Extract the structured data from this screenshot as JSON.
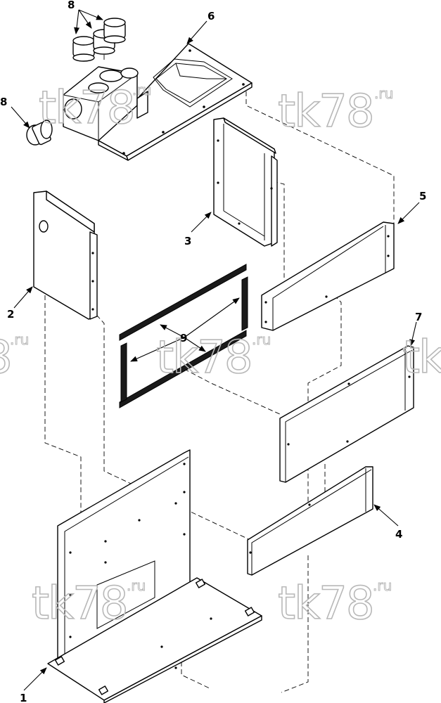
{
  "watermark": {
    "main": "tk78",
    "suffix": ".ru"
  },
  "callouts": {
    "c1": "1",
    "c2": "2",
    "c3": "3",
    "c4": "4",
    "c5": "5",
    "c6": "6",
    "c7": "7",
    "c8a": "8",
    "c8b": "8",
    "c9": "9"
  }
}
